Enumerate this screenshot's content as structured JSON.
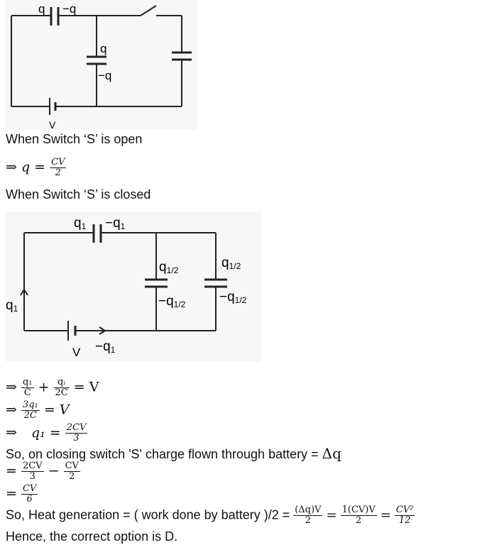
{
  "fig1": {
    "q": "q",
    "neg_q": "−q",
    "q_mid": "q",
    "neg_q_mid": "−q",
    "v": "V"
  },
  "fig2": {
    "q1": "q",
    "q1_sub": "1",
    "neg_q1": "−q",
    "neg_q1_sub": "1",
    "mid_top": "q",
    "mid_top_sub": "1/2",
    "mid_bot": "−q",
    "mid_bot_sub": "1/2",
    "right_top": "q",
    "right_top_sub": "1/2",
    "right_bot": "−q",
    "right_bot_sub": "1/2",
    "left": "q",
    "left_sub": "1",
    "bat": "V",
    "bat_arrow": "−q",
    "bat_arrow_sub": "1"
  },
  "lines": {
    "switch_open": "When Switch ‘S’ is open",
    "switch_closed": "When Switch ‘S’ is closed",
    "flow_text": "So, on closing switch 'S' charge flown through battery = ",
    "flow_sym": "Δq",
    "heat_text": "So, Heat generation = ( work done by battery )/2 = ",
    "conclusion": "Hence, the correct option is D."
  },
  "eq": {
    "arrow": "⇒",
    "eq1_lhs": "q =",
    "eq1_num": "CV",
    "eq1_den": "2",
    "eq2_a_num": "q₁",
    "eq2_a_den": "C",
    "plus": "+",
    "eq2_b_num": "qᵢ",
    "eq2_b_den": "2C",
    "eq2_rhs": "= V",
    "eq3_num": "3q₁",
    "eq3_den": "2C",
    "eq3_rhs": "= V",
    "eq4_lhs": "q₁ =",
    "eq4_num": "2CV",
    "eq4_den": "3",
    "eq5_eq": "=",
    "eq5_a_num": "2CV",
    "eq5_a_den": "3",
    "minus": "−",
    "eq5_b_num": "CV",
    "eq5_b_den": "2",
    "eq6_eq": "=",
    "eq6_num": "CV",
    "eq6_den": "6",
    "h1_num": "(Δq)V",
    "h1_den": "2",
    "eqs": "=",
    "h2_num": "1(CV)V",
    "h2_den": "2",
    "h3_num": "CV²",
    "h3_den": "12"
  }
}
